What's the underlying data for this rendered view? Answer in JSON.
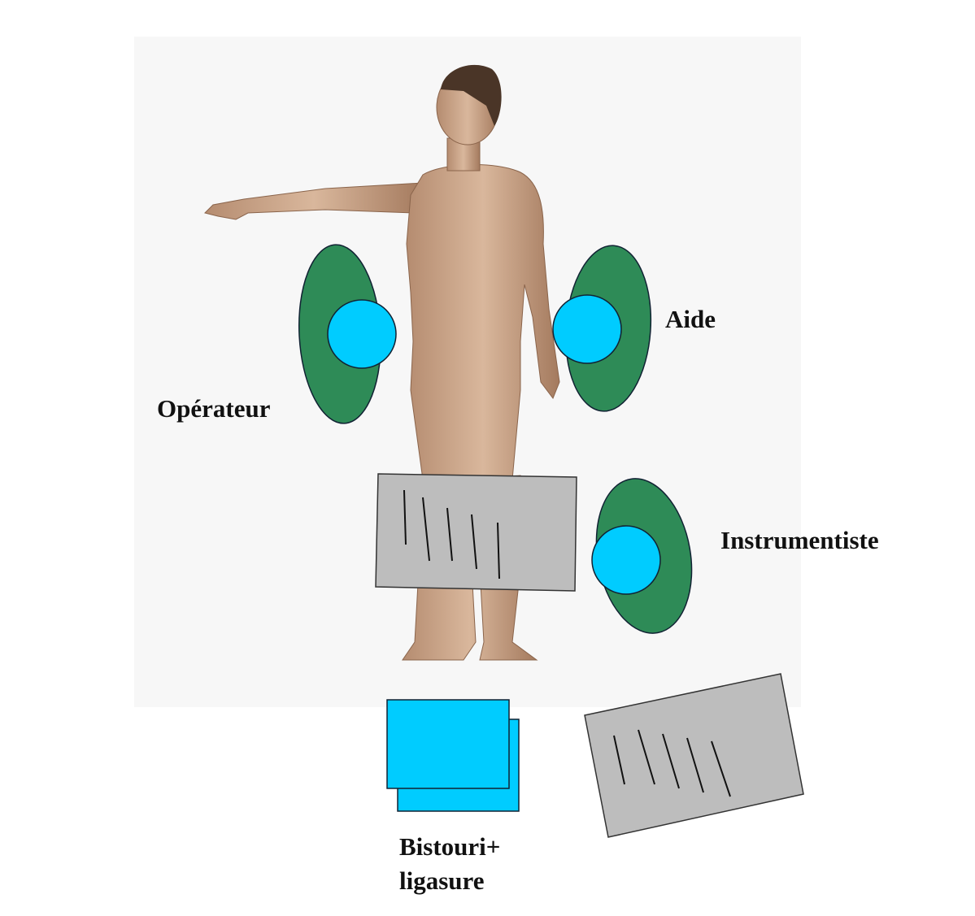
{
  "labels": {
    "operator": "Opérateur",
    "assistant": "Aide",
    "scrub_nurse": "Instrumentiste",
    "device_line1": "Bistouri+",
    "device_line2": "ligasure"
  },
  "colors": {
    "person_outer": "#2e8b57",
    "person_inner": "#00ccff",
    "table": "#bdbdbd",
    "device": "#00ccff",
    "skin": "#c9a386",
    "background_panel": "#f7f7f7"
  }
}
